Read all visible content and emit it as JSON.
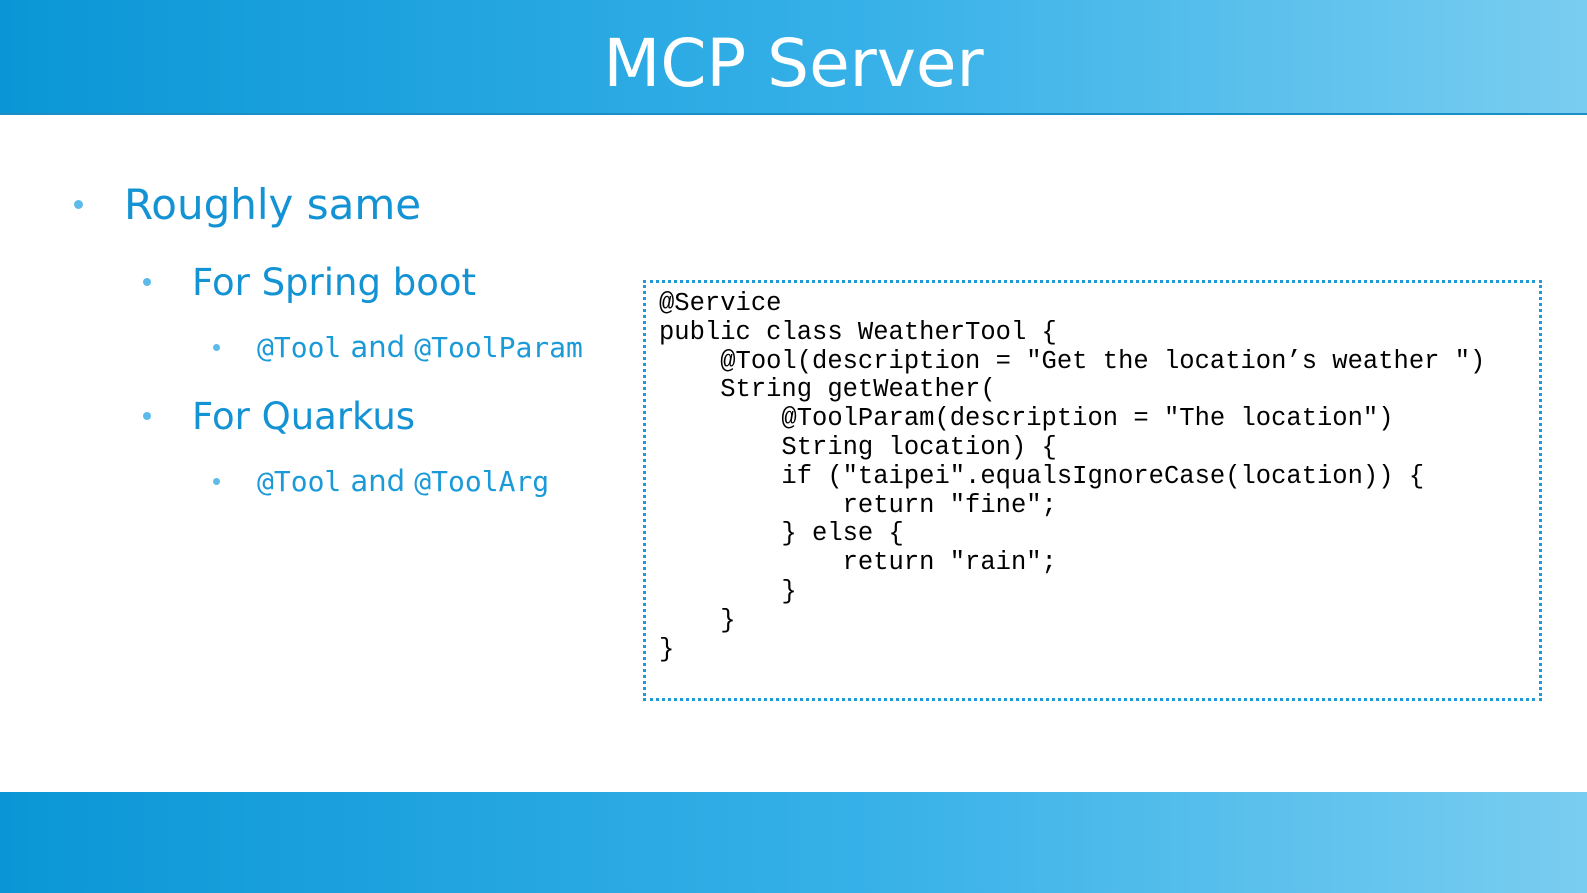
{
  "slide": {
    "title": "MCP Server",
    "bullets": {
      "level1": "Roughly same",
      "spring": {
        "label": "For Spring boot",
        "annotation_1": "@Tool",
        "joiner": " and ",
        "annotation_2": "@ToolParam"
      },
      "quarkus": {
        "label": "For Quarkus",
        "annotation_1": "@Tool",
        "joiner": " and ",
        "annotation_2": "@ToolArg"
      }
    },
    "code_lines": [
      "@Service",
      "public class WeatherTool {",
      "    @Tool(description = \"Get the location’s weather \")",
      "    String getWeather(",
      "        @ToolParam(description = \"The location\")",
      "        String location) {",
      "        if (\"taipei\".equalsIgnoreCase(location)) {",
      "            return \"fine\";",
      "        } else {",
      "            return \"rain\";",
      "        }",
      "    }",
      "}"
    ]
  },
  "colors": {
    "header_gradient_start": "#0a96d6",
    "header_gradient_end": "#79cdf0",
    "bullet_text": "#1393d3",
    "bullet_dot": "#5dbbe9",
    "code_border": "#1f9ad6"
  }
}
